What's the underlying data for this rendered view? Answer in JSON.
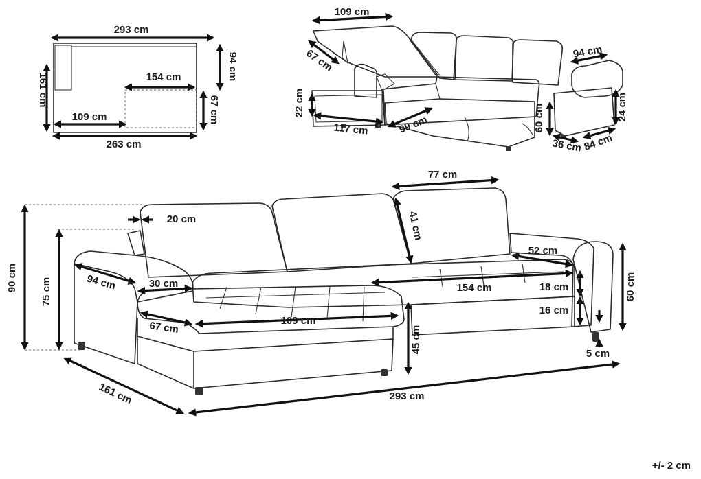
{
  "plan_view": {
    "width_top": "293 cm",
    "depth_left": "161 cm",
    "back_depth": "94 cm",
    "seat_width": "154 cm",
    "chaise_depth": "67 cm",
    "chaise_width": "109 cm",
    "width_bottom": "263 cm"
  },
  "storage_view": {
    "lid_width": "109 cm",
    "lid_depth": "67 cm",
    "storage_height": "22 cm",
    "storage_width": "117 cm",
    "bed_depth": "99 cm",
    "bed_height": "60 cm",
    "armrest_width": "94 cm",
    "armrest_height": "24 cm",
    "armrest_depth": "84 cm",
    "armrest_inner": "36 cm"
  },
  "main_view": {
    "cushion_width": "77 cm",
    "back_thickness": "20 cm",
    "backrest_height": "41 cm",
    "seat_depth_right": "52 cm",
    "total_height": "90 cm",
    "arm_height_left": "75 cm",
    "arm_depth_left": "94 cm",
    "arm_width_left": "30 cm",
    "seat_length": "154 cm",
    "seat_cushion_h": "18 cm",
    "base_h": "16 cm",
    "arm_height_right": "60 cm",
    "chaise_depth": "67 cm",
    "chaise_length": "109 cm",
    "seat_height": "45 cm",
    "leg_height": "5 cm",
    "total_depth": "161 cm",
    "total_width": "293 cm"
  },
  "tolerance": "+/- 2 cm"
}
